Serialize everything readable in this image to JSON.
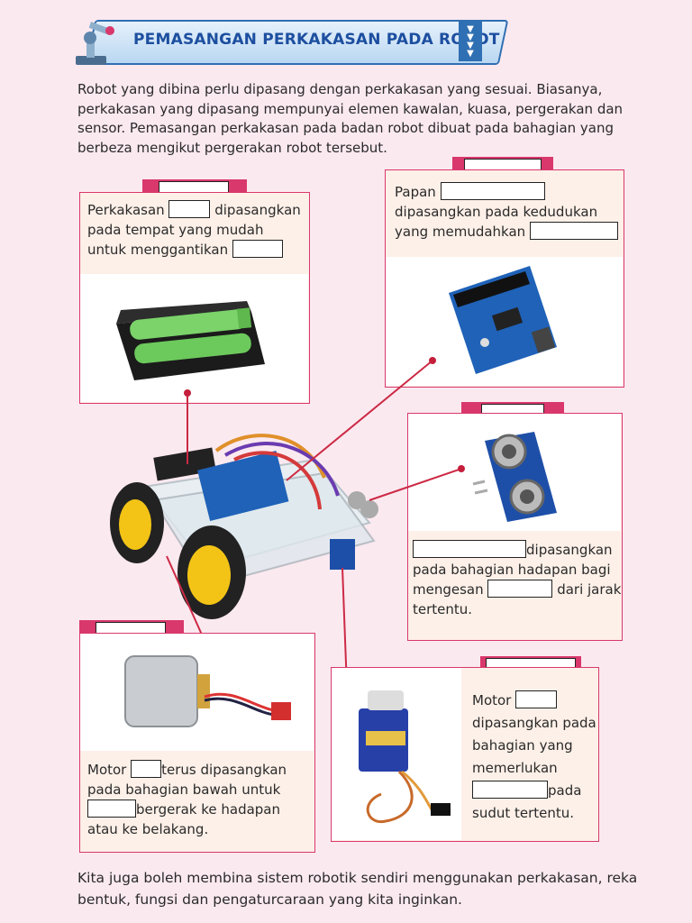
{
  "header": {
    "title": "PEMASANGAN PERKAKASAN PADA ROBOT"
  },
  "intro": "Robot yang dibina perlu dipasang dengan perkakasan yang sesuai. Biasanya, perkakasan yang dipasang mempunyai elemen kawalan, kuasa, pergerakan dan sensor. Pemasangan perkakasan pada badan robot dibuat pada bahagian yang berbeza mengikut pergerakan robot tersebut.",
  "battery_card": {
    "t1": "Perkakasan",
    "t2": "dipasangkan pada tempat yang mudah untuk menggantikan"
  },
  "board_card": {
    "t1": "Papan",
    "t2": "dipasangkan pada kedudukan yang memudahkan"
  },
  "sensor_card": {
    "t2": "dipasangkan pada bahagian hadapan bagi mengesan",
    "t3": "dari jarak tertentu."
  },
  "dc_motor_card": {
    "t1": "Motor",
    "t2": "terus dipasangkan pada bahagian bawah untuk",
    "t3": "bergerak ke hadapan atau ke belakang."
  },
  "servo_card": {
    "t1": "Motor",
    "t2": "dipasangkan pada bahagian yang memerlukan",
    "t3": "pada sudut tertentu."
  },
  "outro": "Kita juga boleh membina sistem robotik sendiri menggunakan perkakasan, reka bentuk, fungsi dan pengaturcaraan yang kita inginkan.",
  "colors": {
    "accent": "#d9386c",
    "header_blue": "#2f6fb3",
    "background": "#fbe9f0"
  },
  "icons": [
    "robot-arm-icon",
    "chevron-down-icon"
  ]
}
